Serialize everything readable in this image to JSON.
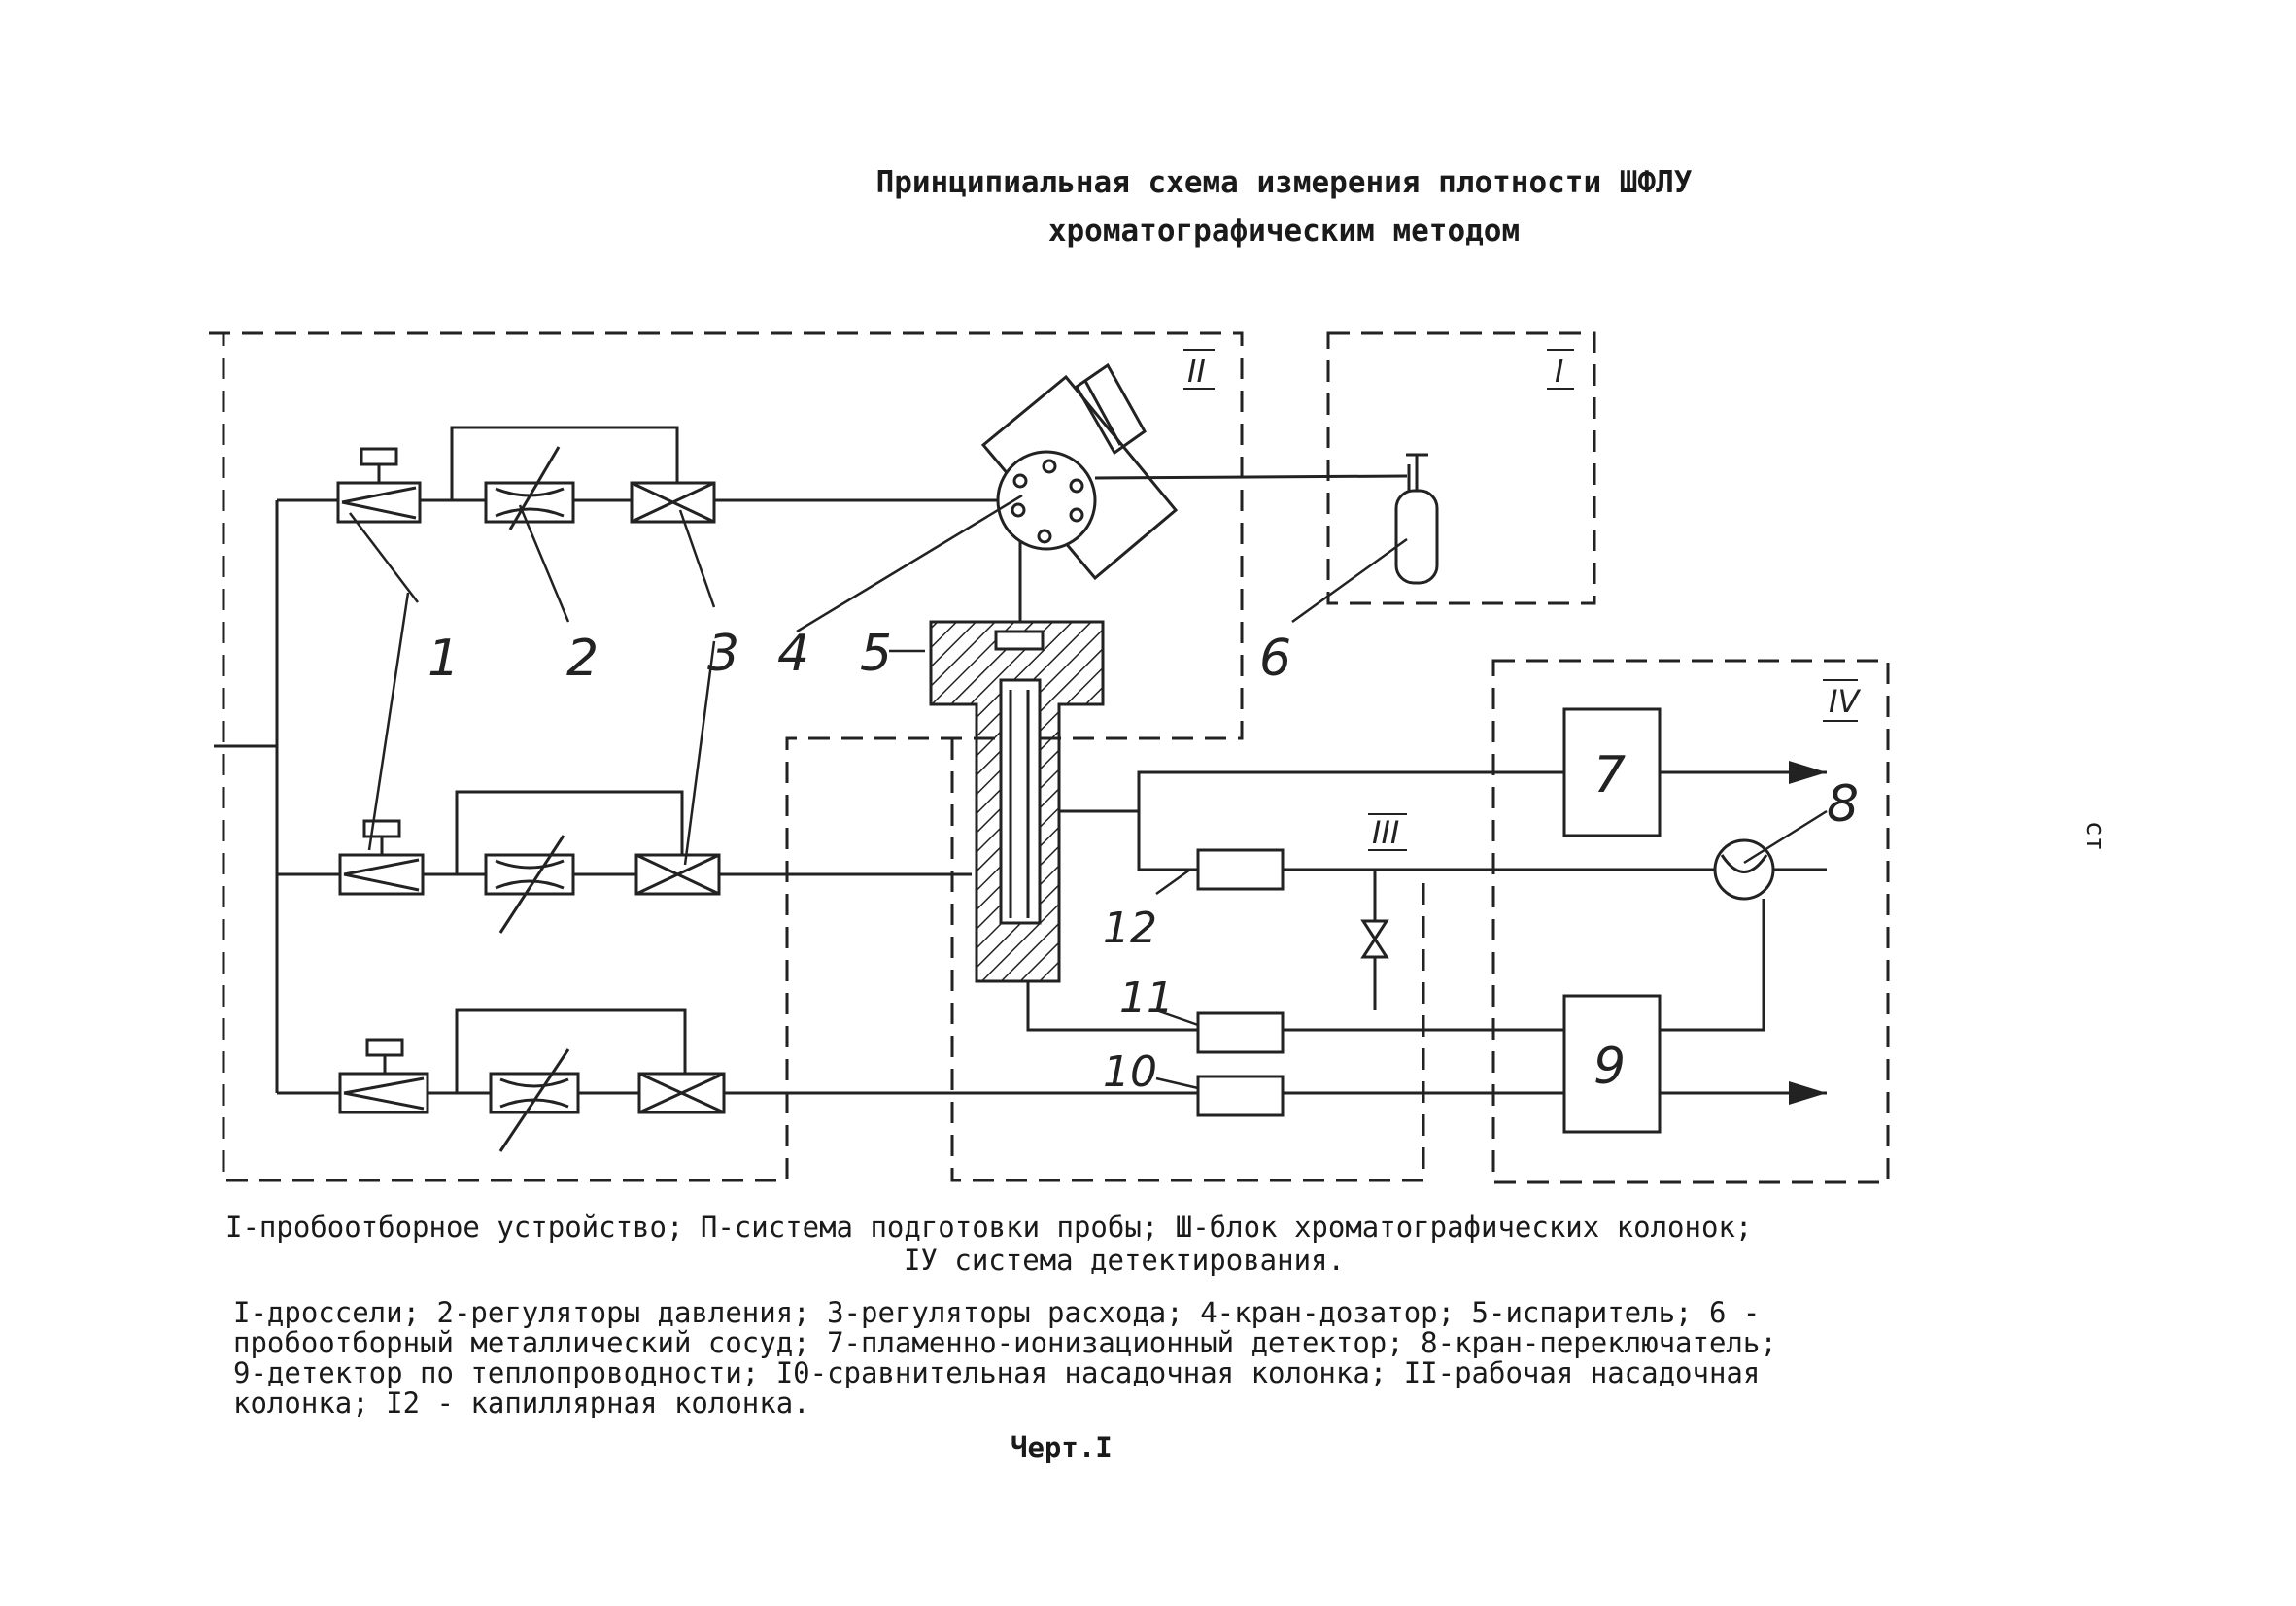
{
  "title": {
    "line1": "Принципиальная схема измерения плотности ШФЛУ",
    "line2": "хроматографическим методом"
  },
  "blocks": {
    "I": "I",
    "II": "II",
    "III": "III",
    "IV": "IV"
  },
  "callouts": [
    "1",
    "2",
    "3",
    "4",
    "5",
    "6",
    "7",
    "8",
    "9",
    "10",
    "11",
    "12"
  ],
  "legend": {
    "roman_line1": "I-пробоотборное устройство; П-система подготовки пробы; Ш-блок хроматографических колонок;",
    "roman_line2": "IУ   система детектирования.",
    "numbered_lines": [
      "I-дроссели; 2-регуляторы давления; 3-регуляторы расхода; 4-кран-дозатор; 5-испаритель; 6 -",
      "пробоотборный металлический сосуд; 7-пламенно-ионизационный детектор; 8-кран-переключатель;",
      "9-детектор по теплопроводности; I0-сравнительная насадочная колонка; II-рабочая насадочная",
      "колонка; I2 - капиллярная колонка."
    ]
  },
  "figure_caption": "Черт.I",
  "margin_mark": "ст"
}
